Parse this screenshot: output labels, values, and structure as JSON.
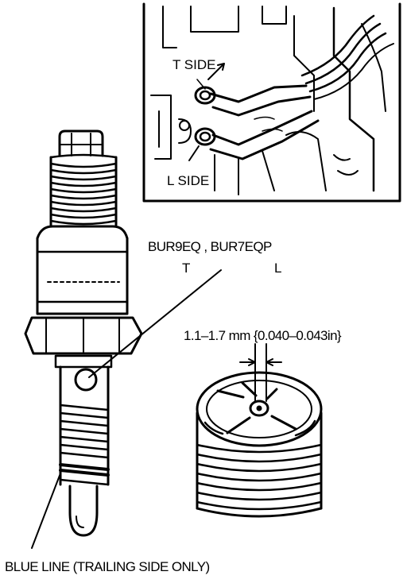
{
  "inset": {
    "t_side_label": "T SIDE",
    "l_side_label": "L SIDE"
  },
  "plug_types": {
    "models": "BUR9EQ , BUR7EQP",
    "t_letter": "T",
    "l_letter": "L"
  },
  "gap_spec": "1.1–1.7 mm {0.040–0.043in}",
  "blue_line_note": "BLUE LINE (TRAILING SIDE ONLY)",
  "colors": {
    "ink": "#000000",
    "paper": "#ffffff"
  }
}
